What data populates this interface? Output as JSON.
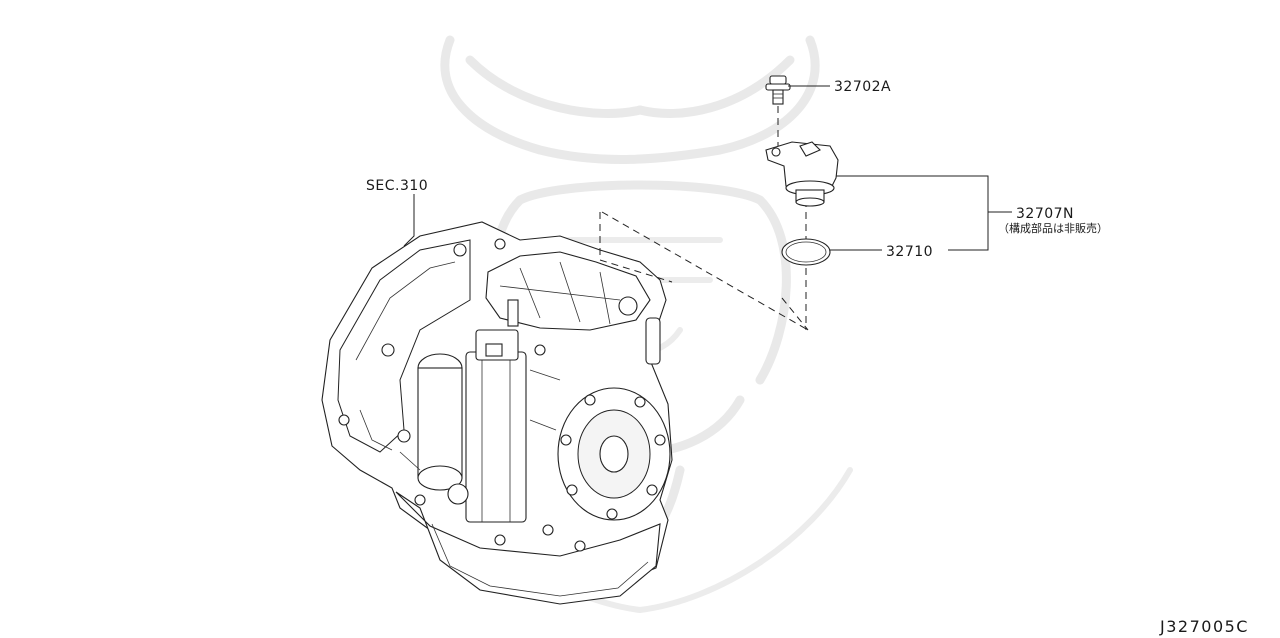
{
  "diagram": {
    "section_ref": "SEC.310",
    "callouts": [
      {
        "part_number": "32702A",
        "target": "bolt"
      },
      {
        "part_number": "32707N",
        "note": "（構成部品は非販売）",
        "target": "speed-sensor"
      },
      {
        "part_number": "32710",
        "target": "o-ring"
      }
    ],
    "diagram_code": "J327005C"
  }
}
